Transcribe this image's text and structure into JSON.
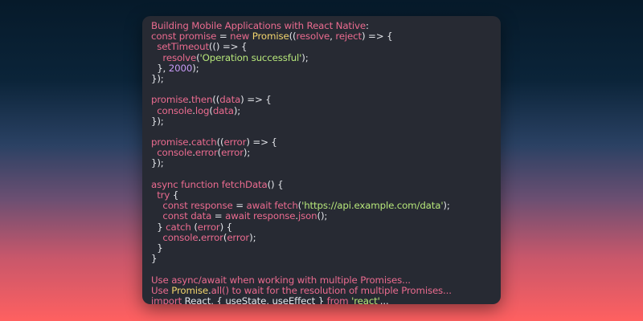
{
  "lines": [
    [
      {
        "t": "Building Mobile Applications ",
        "c": "c"
      },
      {
        "t": "with",
        "c": "k"
      },
      {
        "t": " React Native",
        "c": "c"
      },
      {
        "t": ":",
        "c": "p"
      }
    ],
    [
      {
        "t": "const",
        "c": "k"
      },
      {
        "t": " promise ",
        "c": "v"
      },
      {
        "t": "=",
        "c": "p"
      },
      {
        "t": " new",
        "c": "k"
      },
      {
        "t": " Promise",
        "c": "f"
      },
      {
        "t": "((",
        "c": "p"
      },
      {
        "t": "resolve",
        "c": "v"
      },
      {
        "t": ", ",
        "c": "p"
      },
      {
        "t": "reject",
        "c": "v"
      },
      {
        "t": ") => {",
        "c": "p"
      }
    ],
    [
      {
        "t": "  setTimeout",
        "c": "v"
      },
      {
        "t": "(() => {",
        "c": "p"
      }
    ],
    [
      {
        "t": "    resolve",
        "c": "v"
      },
      {
        "t": "(",
        "c": "p"
      },
      {
        "t": "'Operation successful'",
        "c": "s"
      },
      {
        "t": ");",
        "c": "p"
      }
    ],
    [
      {
        "t": "  }, ",
        "c": "p"
      },
      {
        "t": "2000",
        "c": "n"
      },
      {
        "t": ");",
        "c": "p"
      }
    ],
    [
      {
        "t": "});",
        "c": "p"
      }
    ],
    [],
    [
      {
        "t": "promise",
        "c": "v"
      },
      {
        "t": ".",
        "c": "p"
      },
      {
        "t": "then",
        "c": "v"
      },
      {
        "t": "((",
        "c": "p"
      },
      {
        "t": "data",
        "c": "v"
      },
      {
        "t": ") => {",
        "c": "p"
      }
    ],
    [
      {
        "t": "  console",
        "c": "v"
      },
      {
        "t": ".",
        "c": "p"
      },
      {
        "t": "log",
        "c": "v"
      },
      {
        "t": "(",
        "c": "p"
      },
      {
        "t": "data",
        "c": "v"
      },
      {
        "t": ");",
        "c": "p"
      }
    ],
    [
      {
        "t": "});",
        "c": "p"
      }
    ],
    [],
    [
      {
        "t": "promise",
        "c": "v"
      },
      {
        "t": ".",
        "c": "p"
      },
      {
        "t": "catch",
        "c": "k"
      },
      {
        "t": "((",
        "c": "p"
      },
      {
        "t": "error",
        "c": "v"
      },
      {
        "t": ") => {",
        "c": "p"
      }
    ],
    [
      {
        "t": "  console",
        "c": "v"
      },
      {
        "t": ".",
        "c": "p"
      },
      {
        "t": "error",
        "c": "v"
      },
      {
        "t": "(",
        "c": "p"
      },
      {
        "t": "error",
        "c": "v"
      },
      {
        "t": ");",
        "c": "p"
      }
    ],
    [
      {
        "t": "});",
        "c": "p"
      }
    ],
    [],
    [
      {
        "t": "async",
        "c": "k"
      },
      {
        "t": " function",
        "c": "k"
      },
      {
        "t": " fetchData",
        "c": "v"
      },
      {
        "t": "() {",
        "c": "p"
      }
    ],
    [
      {
        "t": "  try",
        "c": "k"
      },
      {
        "t": " {",
        "c": "p"
      }
    ],
    [
      {
        "t": "    const",
        "c": "k"
      },
      {
        "t": " response ",
        "c": "v"
      },
      {
        "t": "=",
        "c": "p"
      },
      {
        "t": " await",
        "c": "k"
      },
      {
        "t": " fetch",
        "c": "v"
      },
      {
        "t": "(",
        "c": "p"
      },
      {
        "t": "'https://api.example.com/data'",
        "c": "s"
      },
      {
        "t": ");",
        "c": "p"
      }
    ],
    [
      {
        "t": "    const",
        "c": "k"
      },
      {
        "t": " data ",
        "c": "v"
      },
      {
        "t": "=",
        "c": "p"
      },
      {
        "t": " await",
        "c": "k"
      },
      {
        "t": " response",
        "c": "v"
      },
      {
        "t": ".",
        "c": "p"
      },
      {
        "t": "json",
        "c": "v"
      },
      {
        "t": "();",
        "c": "p"
      }
    ],
    [
      {
        "t": "  } ",
        "c": "p"
      },
      {
        "t": "catch",
        "c": "k"
      },
      {
        "t": " (",
        "c": "p"
      },
      {
        "t": "error",
        "c": "v"
      },
      {
        "t": ") {",
        "c": "p"
      }
    ],
    [
      {
        "t": "    console",
        "c": "v"
      },
      {
        "t": ".",
        "c": "p"
      },
      {
        "t": "error",
        "c": "v"
      },
      {
        "t": "(",
        "c": "p"
      },
      {
        "t": "error",
        "c": "v"
      },
      {
        "t": ");",
        "c": "p"
      }
    ],
    [
      {
        "t": "  }",
        "c": "p"
      }
    ],
    [
      {
        "t": "}",
        "c": "p"
      }
    ],
    [],
    [
      {
        "t": "Use ",
        "c": "c"
      },
      {
        "t": "async",
        "c": "k"
      },
      {
        "t": "/await when working with multiple Promises...",
        "c": "c"
      }
    ],
    [
      {
        "t": "Use ",
        "c": "c"
      },
      {
        "t": "Promise",
        "c": "f"
      },
      {
        "t": ".",
        "c": "p"
      },
      {
        "t": "all",
        "c": "v"
      },
      {
        "t": "() to wait for the resolution of multiple Promises...",
        "c": "c"
      }
    ],
    [
      {
        "t": "import",
        "c": "k"
      },
      {
        "t": " React, { useState, useEffect } ",
        "c": "p"
      },
      {
        "t": "from",
        "c": "k"
      },
      {
        "t": " 'react'",
        "c": "s"
      },
      {
        "t": "...",
        "c": "p"
      }
    ]
  ]
}
